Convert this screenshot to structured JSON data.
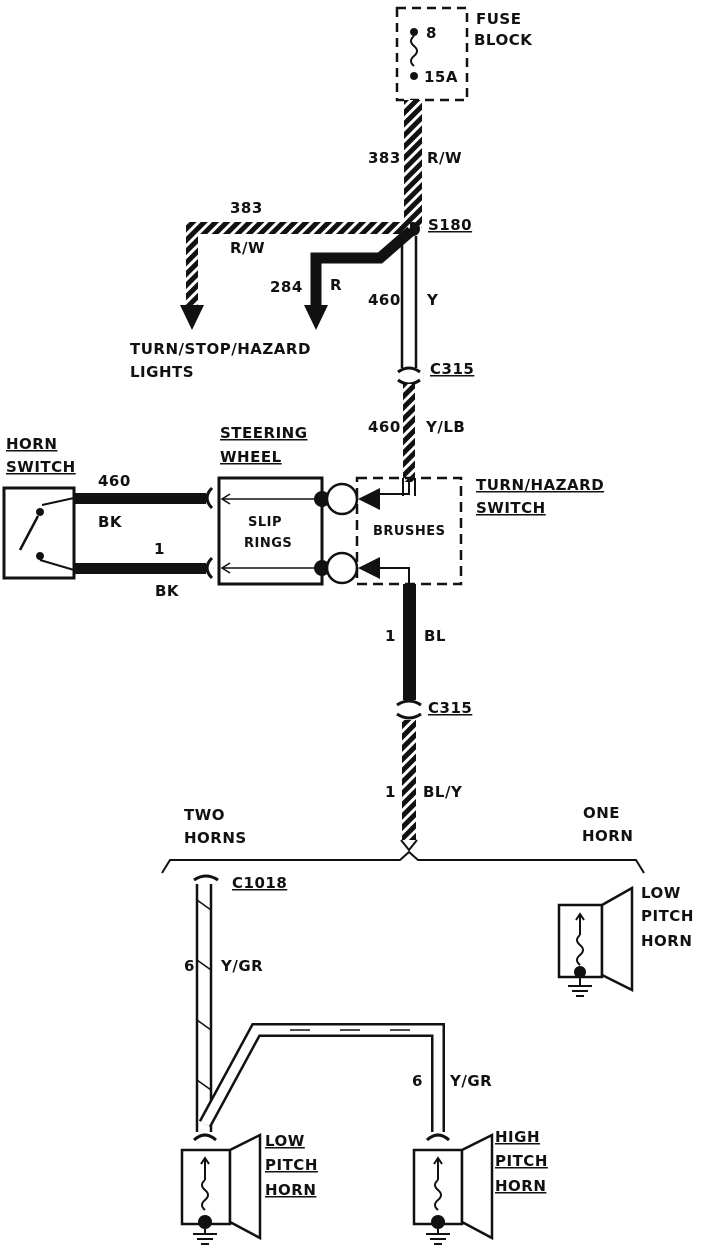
{
  "fuse_block": {
    "label_1": "FUSE",
    "label_2": "BLOCK",
    "fuse_number": "8",
    "rating": "15A"
  },
  "splice": {
    "label": "S180"
  },
  "wires": {
    "w383_vert_circuit": "383",
    "w383_vert_color": "R/W",
    "w383_horiz_circuit": "383",
    "w383_horiz_color": "R/W",
    "w284_circuit": "284",
    "w284_color": "R",
    "w460_y_circuit": "460",
    "w460_y_color": "Y",
    "w460_ylb_circuit": "460",
    "w460_ylb_color": "Y/LB",
    "w460_bk_circuit": "460",
    "w460_bk_color": "BK",
    "w1_bk_circuit": "1",
    "w1_bk_color": "BK",
    "w1_bl_circuit": "1",
    "w1_bl_color": "BL",
    "w1_bly_circuit": "1",
    "w1_bly_color": "BL/Y",
    "w6_left_circuit": "6",
    "w6_left_color": "Y/GR",
    "w6_right_circuit": "6",
    "w6_right_color": "Y/GR"
  },
  "turn_lights": {
    "line1": "TURN/STOP/HAZARD",
    "line2": "LIGHTS"
  },
  "connectors": {
    "c315_upper": "C315",
    "c315_lower": "C315",
    "c1018": "C1018"
  },
  "horn_switch": {
    "line1": "HORN",
    "line2": "SWITCH"
  },
  "steering_wheel": {
    "line1": "STEERING",
    "line2": "WHEEL"
  },
  "slip_rings": {
    "line1": "SLIP",
    "line2": "RINGS"
  },
  "brushes": {
    "label": "BRUSHES"
  },
  "turn_hazard_switch": {
    "line1": "TURN/HAZARD",
    "line2": "SWITCH"
  },
  "options": {
    "two_horns_1": "TWO",
    "two_horns_2": "HORNS",
    "one_horn_1": "ONE",
    "one_horn_2": "HORN"
  },
  "horn_one": {
    "line1": "LOW",
    "line2": "PITCH",
    "line3": "HORN"
  },
  "horn_low": {
    "line1": "LOW",
    "line2": "PITCH",
    "line3": "HORN"
  },
  "horn_high": {
    "line1": "HIGH",
    "line2": "PITCH",
    "line3": "HORN"
  }
}
